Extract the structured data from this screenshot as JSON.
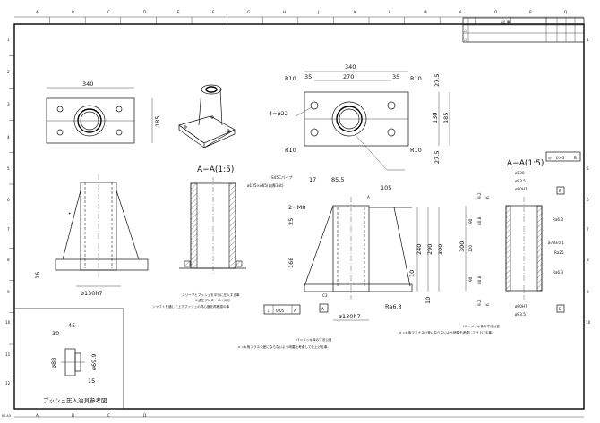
{
  "frame": {
    "columns": [
      "A",
      "B",
      "C",
      "D",
      "E",
      "F",
      "G",
      "H",
      "J",
      "K",
      "L",
      "M",
      "N",
      "O",
      "P",
      "Q"
    ],
    "rows": [
      "1",
      "2",
      "3",
      "4",
      "5",
      "6",
      "7",
      "8",
      "9",
      "10",
      "11",
      "12"
    ],
    "bottom_columns": [
      "A",
      "B",
      "C",
      "D"
    ],
    "sheet_size": "JIS A3"
  },
  "top_view": {
    "width": "340",
    "height": "185"
  },
  "front_view": {
    "dia": "ø130h7",
    "plate": "16"
  },
  "section_aa_left": {
    "title": "A−A(1:5)"
  },
  "plan_view": {
    "overall": "340",
    "pitch": "270",
    "edge_l": "35",
    "edge_r": "35",
    "radius": "R10",
    "holes": "4−ø22",
    "edge_top": "27.5",
    "pitch_v": "130",
    "height": "185",
    "edge_bottom": "27.5"
  },
  "main_section": {
    "material": "S45Cパイプ",
    "stock": "ø135×ø65(肉厚35t)",
    "d17": "17",
    "d85": "85.5",
    "d105": "105",
    "tap": "2−M8",
    "d25": "25",
    "d168": "168",
    "h240": "240",
    "h290": "290",
    "h300": "300",
    "h10a": "10",
    "h10b": "10",
    "chamfer": "C3",
    "section_mark": "A",
    "dia": "ø130h7",
    "roughness": "Ra6.3",
    "tolerance": {
      "symbol": "⊥",
      "value": "0.05",
      "datum": "A"
    },
    "datum": "A"
  },
  "section_aa_right": {
    "title": "A−A(1:5)",
    "runout": {
      "symbol": "◎",
      "value": "0.05",
      "datum": "B"
    },
    "d130": "ø130",
    "d935": "ø93.5",
    "d90": "ø90H7",
    "d78": "ø78±0.1",
    "datum": "B",
    "ra1": "Ra6.3",
    "ra2": "Ra25",
    "ra3": "Ra6.3",
    "h300": "300",
    "h90a": "90",
    "h120": "120",
    "h90b": "90",
    "h808a": "80.8",
    "h808b": "80.8",
    "h92a": "9.2",
    "h6a": "6",
    "h92b": "9.2",
    "h6b": "6",
    "bot_d90": "ø90H7",
    "bot_d935": "ø93.5"
  },
  "notes": {
    "press1": "スリーブとブッシュを平行に圧入する事",
    "press2": "※油圧プレス・バイス可",
    "press3": "シャフトを通して上下ブッシュの同心度を再確認の事",
    "h7_1": "h7＝メッキ後の寸法公差",
    "h7_2": "メッキ後プラス公差にならないよう研磨を考慮して仕上げる事。",
    "H7_1": "H7＝メッキ後の寸法公差",
    "H7_2": "メッキ後マイナス公差にならないよう研磨を考慮して仕上げる事。"
  },
  "jig": {
    "title": "ブッシュ圧入治具参考図",
    "d45": "45",
    "d30": "30",
    "d88": "ø88",
    "d699": "ø69.9",
    "d15": "15"
  },
  "revision_table": {
    "header": "記 事"
  }
}
